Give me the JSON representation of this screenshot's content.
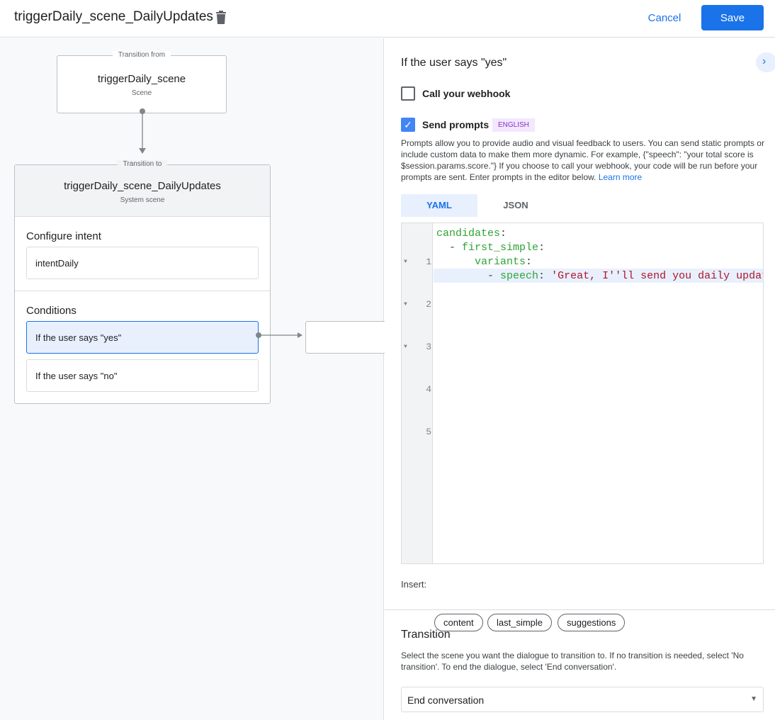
{
  "header": {
    "title": "triggerDaily_scene_DailyUpdates",
    "cancel": "Cancel",
    "save": "Save"
  },
  "canvas": {
    "from": {
      "legend": "Transition from",
      "name": "triggerDaily_scene",
      "type": "Scene"
    },
    "to": {
      "legend": "Transition to",
      "name": "triggerDaily_scene_DailyUpdates",
      "type": "System scene",
      "intent_heading": "Configure intent",
      "intent": "intentDaily",
      "conditions_heading": "Conditions",
      "conditions": [
        "If the user says \"yes\"",
        "If the user says \"no\""
      ]
    }
  },
  "panel": {
    "heading": "If the user says \"yes\"",
    "webhook": {
      "label": "Call your webhook",
      "checked": false
    },
    "prompts": {
      "label": "Send prompts",
      "checked": true,
      "badge": "ENGLISH",
      "description": "Prompts allow you to provide audio and visual feedback to users. You can send static prompts or include custom data to make them more dynamic. For example, {\"speech\": \"your total score is $session.params.score.\"} If you choose to call your webhook, your code will be run before your prompts are sent. Enter prompts in the editor below.",
      "learn_more": "Learn more"
    },
    "tabs": [
      {
        "label": "YAML",
        "active": true
      },
      {
        "label": "JSON",
        "active": false
      }
    ],
    "editor": {
      "line_numbers": [
        "1",
        "2",
        "3",
        "4",
        "5"
      ],
      "lines": [
        {
          "indent": "",
          "dash": "",
          "key": "candidates",
          "val": ""
        },
        {
          "indent": "  ",
          "dash": "- ",
          "key": "first_simple",
          "val": ""
        },
        {
          "indent": "      ",
          "dash": "",
          "key": "variants",
          "val": ""
        },
        {
          "indent": "        ",
          "dash": "- ",
          "key": "speech",
          "val": " 'Great, I''ll send you daily updates."
        }
      ]
    },
    "insert": {
      "label": "Insert:",
      "chips": [
        "content",
        "last_simple",
        "suggestions"
      ]
    },
    "transition": {
      "heading": "Transition",
      "description": "Select the scene you want the dialogue to transition to. If no transition is needed, select 'No transition'. To end the dialogue, select 'End conversation'.",
      "selected": "End conversation"
    }
  },
  "colors": {
    "accent": "#1a73e8",
    "key": "#2fa336",
    "string": "#b0152a",
    "badge_bg": "#f3e8fd",
    "badge_text": "#8430ce"
  }
}
